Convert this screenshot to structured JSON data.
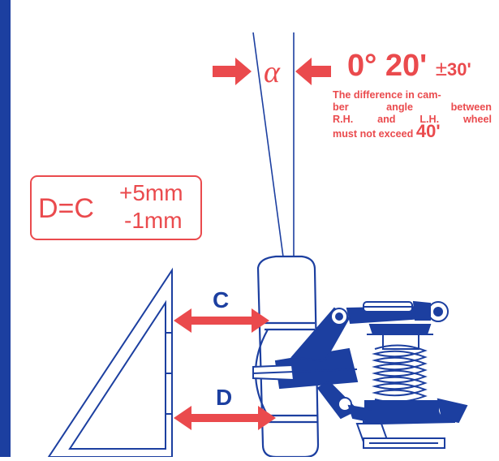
{
  "camber": {
    "symbol": "α",
    "angle": "0° 20'",
    "plusminus": "±",
    "tolerance": "30'"
  },
  "note": {
    "line1": "The difference in cam-",
    "line2": "ber angle between",
    "line3": "R.H. and L.H. wheel",
    "line4": "must not exceed",
    "max": "40'"
  },
  "formula": {
    "base": "D=C",
    "upper": "+5mm",
    "lower": "-1mm"
  },
  "dimensions": {
    "upper_label": "C",
    "lower_label": "D"
  },
  "colors": {
    "red": "#ea4a4d",
    "blue": "#1c3fa0"
  }
}
